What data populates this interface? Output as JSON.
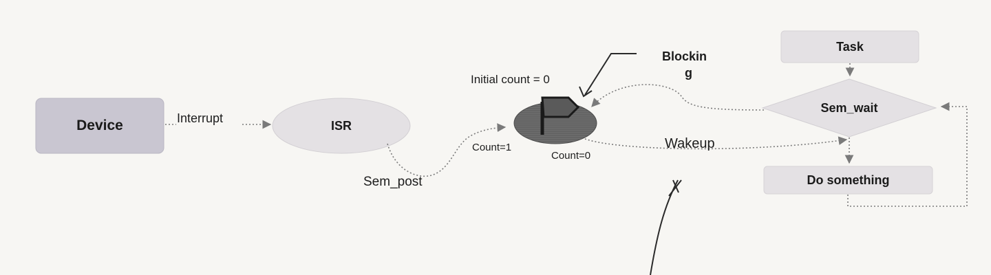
{
  "nodes": {
    "device": "Device",
    "isr": "ISR",
    "task": "Task",
    "sem_wait": "Sem_wait",
    "do_something": "Do something"
  },
  "edges": {
    "interrupt": "Interrupt",
    "sem_post": "Sem_post",
    "wakeup": "Wakeup"
  },
  "annotations": {
    "initial_count": "Initial count = 0",
    "count_1": "Count=1",
    "count_0": "Count=0",
    "blocking_line1": "Blockin",
    "blocking_line2": "g"
  },
  "colors": {
    "device_fill": "#c9c6d1",
    "node_fill": "#e4e1e4",
    "semaphore_fill": "#6e6e6e",
    "edge": "#7a7a7a"
  }
}
